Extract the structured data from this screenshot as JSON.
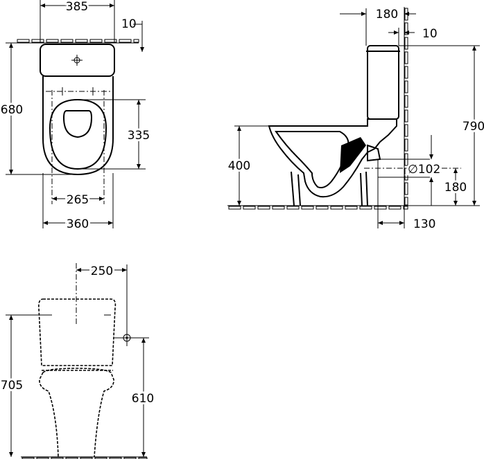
{
  "top_view": {
    "width_tank": "385",
    "wall_gap": "10",
    "depth_total": "680",
    "seat_depth": "335",
    "fixing_spacing": "265",
    "bowl_width": "360"
  },
  "side_view": {
    "tank_depth": "180",
    "wall_gap": "10",
    "total_height": "790",
    "rim_height": "400",
    "outlet_diameter": "∅102",
    "outlet_height": "180",
    "outlet_wall_distance": "130"
  },
  "front_view": {
    "water_inlet_offset": "250",
    "tank_height": "705",
    "inlet_height": "610"
  }
}
